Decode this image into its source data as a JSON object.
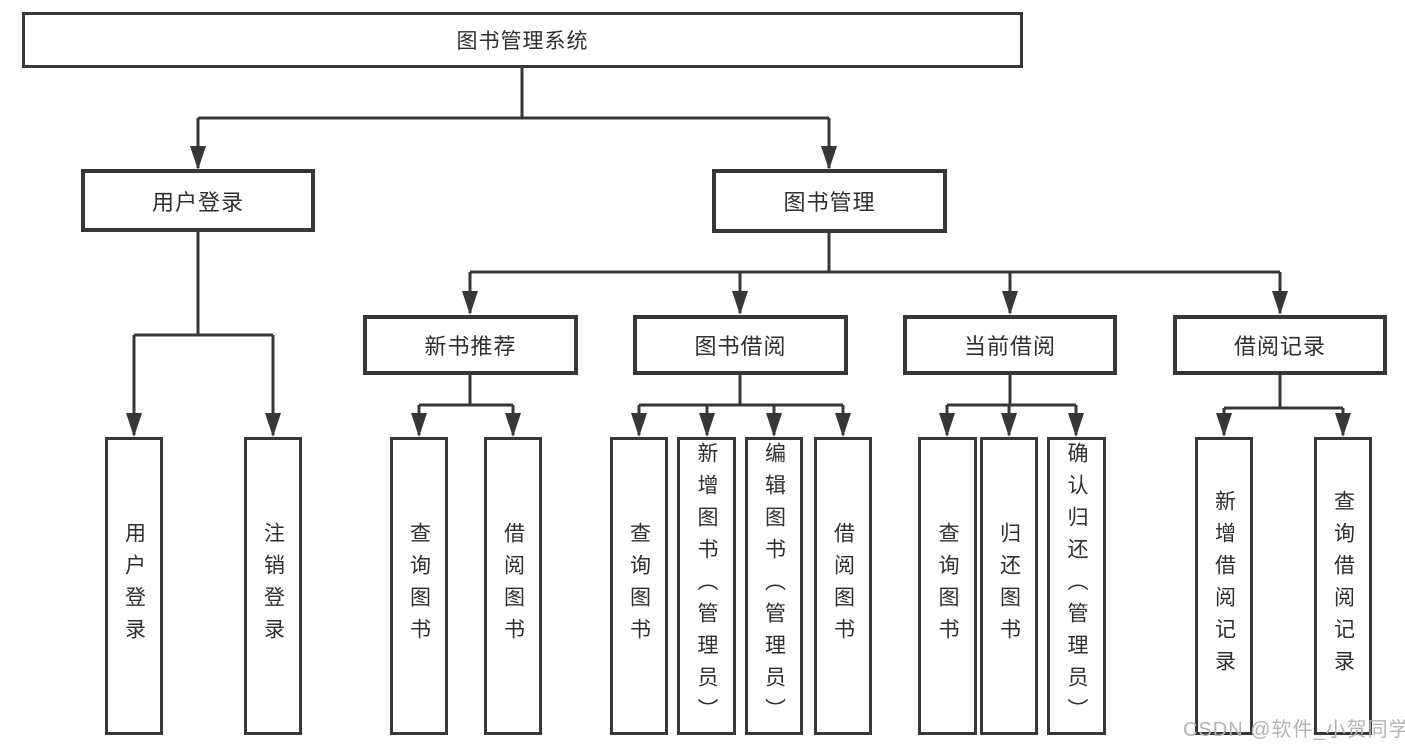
{
  "diagram_type": "hierarchy-tree",
  "colors": {
    "line": "#373737",
    "box_border": "#373737",
    "text": "#2f2f2f",
    "watermark": "#b4b4b4",
    "background": "#ffffff"
  },
  "watermark": {
    "text": "CSDN @软件_小贺同学"
  },
  "tree": {
    "label": "图书管理系统",
    "children": [
      {
        "label": "用户登录",
        "children": [
          {
            "label": "用户登录"
          },
          {
            "label": "注销登录"
          }
        ]
      },
      {
        "label": "图书管理",
        "children": [
          {
            "label": "新书推荐",
            "children": [
              {
                "label": "查询图书"
              },
              {
                "label": "借阅图书"
              }
            ]
          },
          {
            "label": "图书借阅",
            "children": [
              {
                "label": "查询图书"
              },
              {
                "label": "新增图书（管理员）"
              },
              {
                "label": "编辑图书（管理员）"
              },
              {
                "label": "借阅图书"
              }
            ]
          },
          {
            "label": "当前借阅",
            "children": [
              {
                "label": "查询图书"
              },
              {
                "label": "归还图书"
              },
              {
                "label": "确认归还（管理员）"
              }
            ]
          },
          {
            "label": "借阅记录",
            "children": [
              {
                "label": "新增借阅记录"
              },
              {
                "label": "查询借阅记录"
              }
            ]
          }
        ]
      }
    ]
  }
}
